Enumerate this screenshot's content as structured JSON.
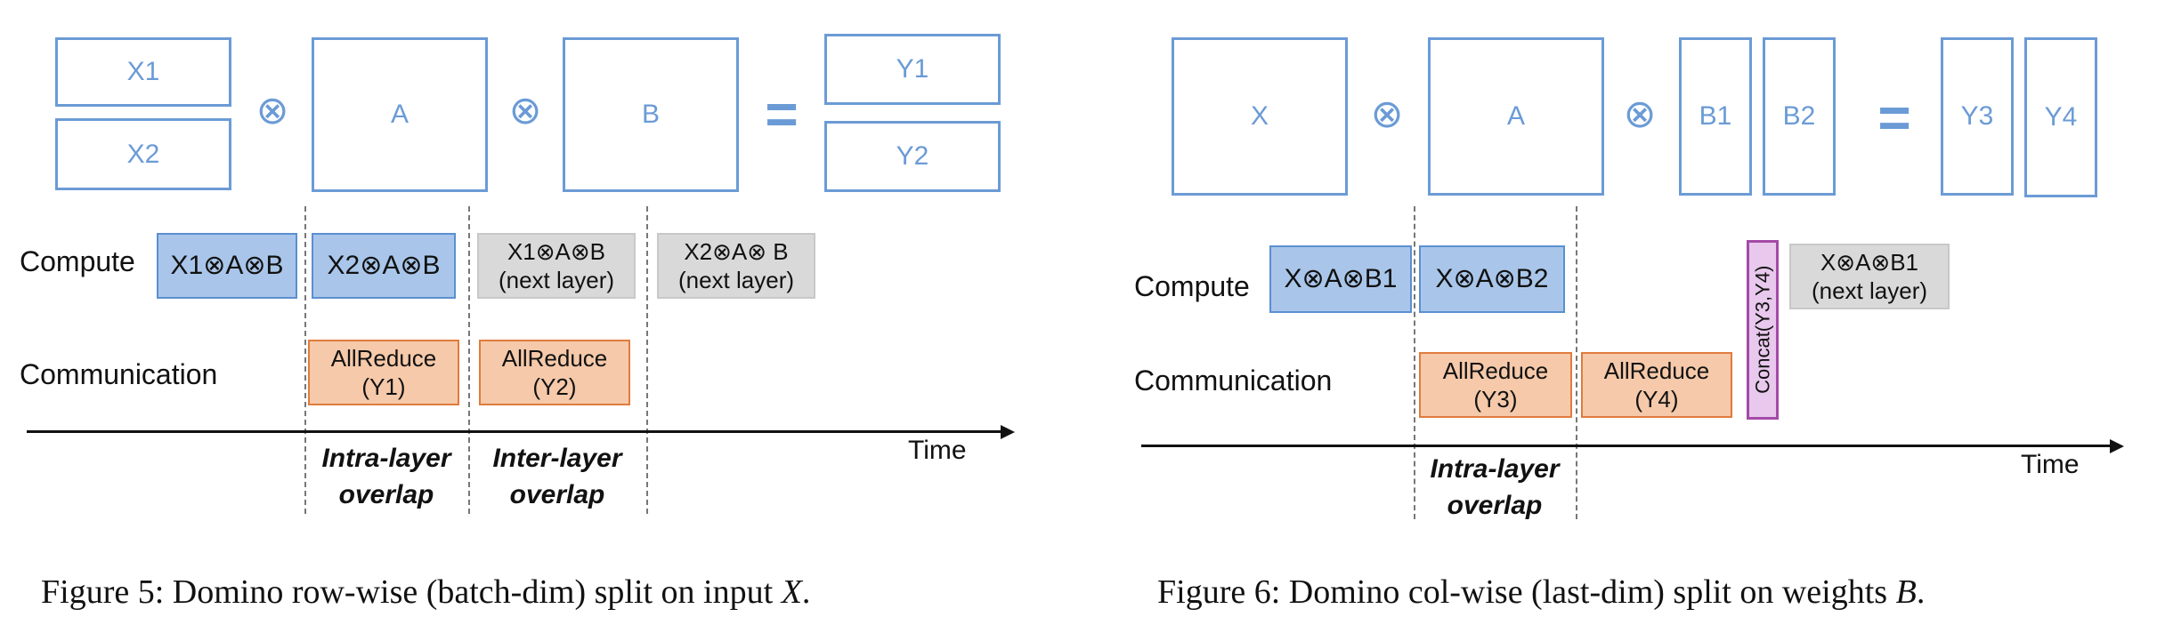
{
  "figure5": {
    "matrices": {
      "x1": "X1",
      "x2": "X2",
      "a": "A",
      "b": "B",
      "y1": "Y1",
      "y2": "Y2"
    },
    "operators": {
      "op1": "⊗",
      "op2": "⊗",
      "eq": "="
    },
    "row_labels": {
      "compute": "Compute",
      "communication": "Communication"
    },
    "compute_blocks": [
      "X1⊗A⊗B",
      "X2⊗A⊗B",
      "X1⊗A⊗B\n(next layer)",
      "X2⊗A⊗ B\n(next layer)"
    ],
    "comm_blocks": [
      "AllReduce\n(Y1)",
      "AllReduce\n(Y2)"
    ],
    "axis_label": "Time",
    "overlap_labels": [
      "Intra-layer\noverlap",
      "Inter-layer\noverlap"
    ],
    "caption": {
      "text": "Figure 5: Domino row-wise (batch-dim) split on input ",
      "var": "X",
      "end": "."
    }
  },
  "figure6": {
    "matrices": {
      "x": "X",
      "a": "A",
      "b1": "B1",
      "b2": "B2",
      "y3": "Y3",
      "y4": "Y4"
    },
    "operators": {
      "op1": "⊗",
      "op2": "⊗",
      "eq": "="
    },
    "row_labels": {
      "compute": "Compute",
      "communication": "Communication"
    },
    "compute_blocks": [
      "X⊗A⊗B1",
      "X⊗A⊗B2",
      "X⊗A⊗B1\n(next layer)"
    ],
    "comm_blocks": [
      "AllReduce\n(Y3)",
      "AllReduce\n(Y4)"
    ],
    "concat_label": "Concat(Y3,Y4)",
    "axis_label": "Time",
    "overlap_label": "Intra-layer\noverlap",
    "caption": {
      "text": "Figure 6: Domino col-wise (last-dim) split on weights ",
      "var": "B",
      "end": "."
    }
  },
  "colors": {
    "matrix_blue": "#6b9bd6",
    "compute_blue": "#a9c6ea",
    "next_gray": "#d9d9d9",
    "allreduce_orange": "#f5c9a9",
    "concat_purple": "#e8c8ec"
  }
}
